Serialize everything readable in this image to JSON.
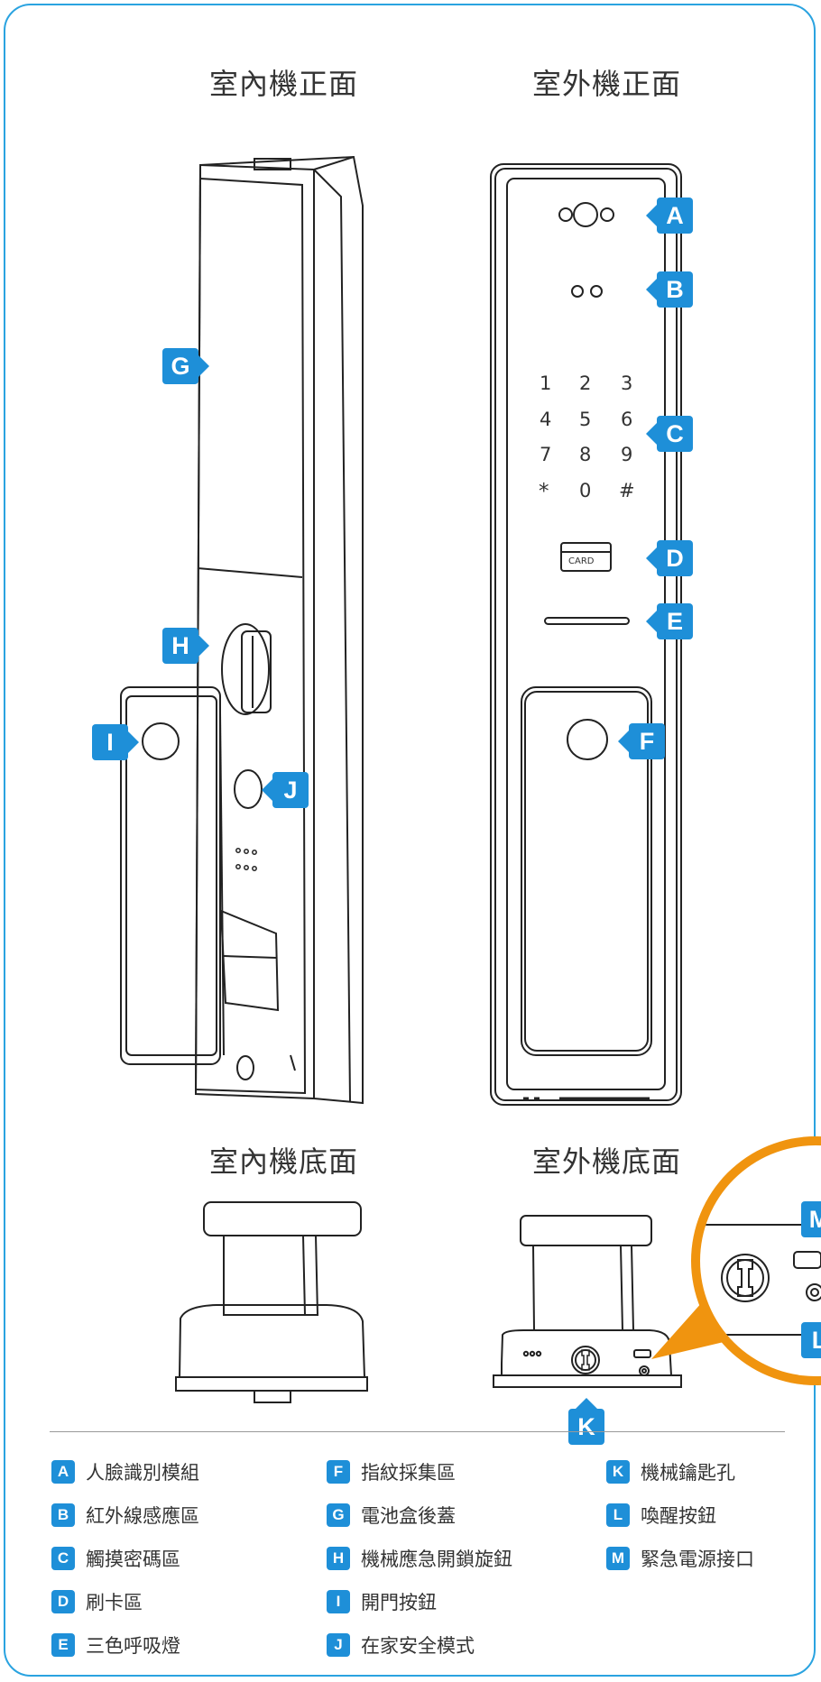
{
  "titles": {
    "indoor_front": "室內機正面",
    "outdoor_front": "室外機正面",
    "indoor_bottom": "室內機底面",
    "outdoor_bottom": "室外機底面"
  },
  "keypad": [
    "1",
    "2",
    "3",
    "4",
    "5",
    "6",
    "7",
    "8",
    "9",
    "*",
    "0",
    "#"
  ],
  "card_label": "CARD",
  "callouts": [
    "A",
    "B",
    "C",
    "D",
    "E",
    "F",
    "G",
    "H",
    "I",
    "J",
    "K",
    "L",
    "M"
  ],
  "legend": [
    {
      "letter": "A",
      "text": "人臉識別模組"
    },
    {
      "letter": "B",
      "text": "紅外線感應區"
    },
    {
      "letter": "C",
      "text": "觸摸密碼區"
    },
    {
      "letter": "D",
      "text": "刷卡區"
    },
    {
      "letter": "E",
      "text": "三色呼吸燈"
    },
    {
      "letter": "F",
      "text": "指紋採集區"
    },
    {
      "letter": "G",
      "text": "電池盒後蓋"
    },
    {
      "letter": "H",
      "text": "機械應急開鎖旋鈕"
    },
    {
      "letter": "I",
      "text": "開門按鈕"
    },
    {
      "letter": "J",
      "text": "在家安全模式"
    },
    {
      "letter": "K",
      "text": "機械鑰匙孔"
    },
    {
      "letter": "L",
      "text": "喚醒按鈕"
    },
    {
      "letter": "M",
      "text": "緊急電源接口"
    }
  ],
  "colors": {
    "accent": "#1e8fd8",
    "border": "#2aa3e0",
    "magnifier": "#f0940f",
    "line": "#222222"
  }
}
